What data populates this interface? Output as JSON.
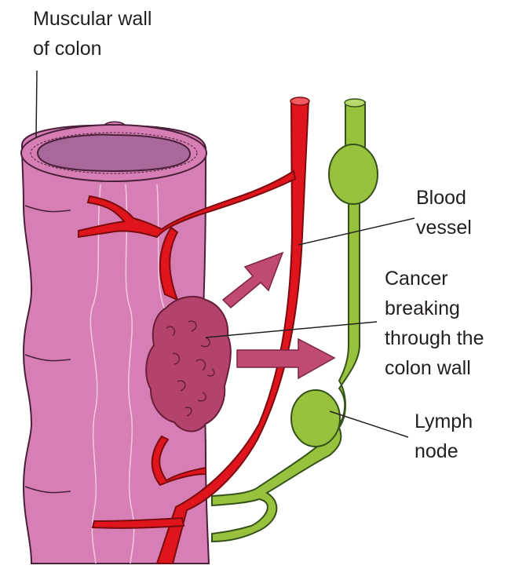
{
  "labels": {
    "muscular_wall": [
      "Muscular wall",
      "of colon"
    ],
    "blood_vessel": [
      "Blood",
      "vessel"
    ],
    "cancer": [
      "Cancer",
      "breaking",
      "through the",
      "colon wall"
    ],
    "lymph_node": [
      "Lymph",
      "node"
    ]
  },
  "colors": {
    "colon": "#d77fb4",
    "colon_outline": "#4a1f3a",
    "lumen": "#a9689a",
    "tumor": "#b3426d",
    "blood_vessel": "#e0141c",
    "lymph": "#98c13d",
    "arrow": "#c14a73",
    "text": "#231f20"
  }
}
